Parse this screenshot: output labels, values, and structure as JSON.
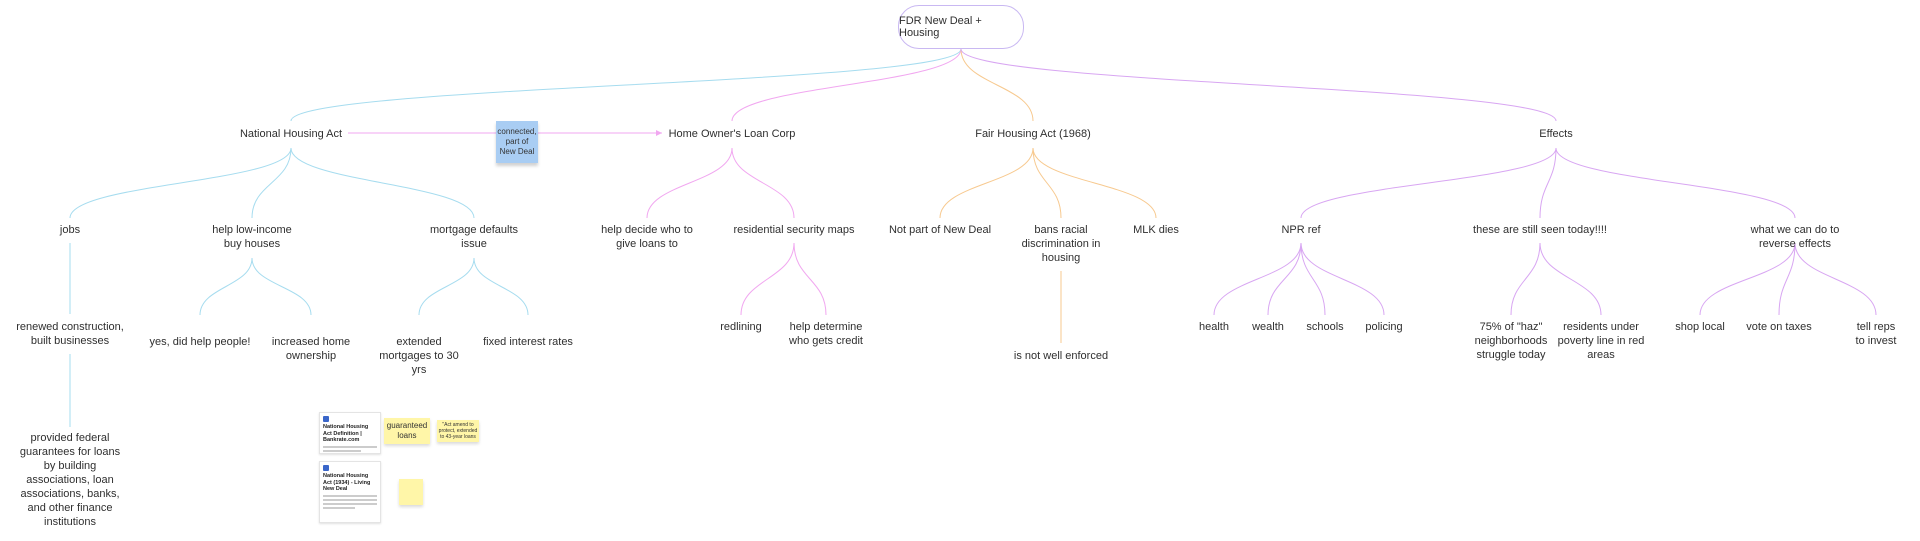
{
  "root": {
    "label": "FDR New Deal + Housing"
  },
  "connector_note": "connected,\npart of\nNew Deal",
  "branches": {
    "nha": {
      "label": "National Housing Act",
      "jobs": {
        "label": "jobs",
        "detail1": "renewed construction,\nbuilt businesses",
        "detail2": "provided federal\nguarantees for loans\nby building\nassociations, loan\nassociations, banks,\nand other finance\ninstitutions"
      },
      "help": {
        "label": "help low-income\nbuy houses",
        "a": "yes, did help people!",
        "b": "increased home\nownership"
      },
      "mortgage": {
        "label": "mortgage defaults\nissue",
        "a": "extended\nmortgages to 30\nyrs",
        "b": "fixed interest rates"
      }
    },
    "holc": {
      "label": "Home Owner's Loan Corp",
      "decide": "help decide who to\ngive loans to",
      "maps": {
        "label": "residential security maps",
        "a": "redlining",
        "b": "help determine\nwho gets credit"
      }
    },
    "fha": {
      "label": "Fair Housing Act (1968)",
      "a": "Not part of New Deal",
      "b": {
        "label": "bans racial\ndiscrimination in\nhousing",
        "sub": "is not well enforced"
      },
      "c": "MLK dies"
    },
    "effects": {
      "label": "Effects",
      "npr": {
        "label": "NPR ref",
        "items": [
          "health",
          "wealth",
          "schools",
          "policing"
        ]
      },
      "seen": {
        "label": "these are still seen today!!!!",
        "a": "75% of \"haz\"\nneighborhoods\nstruggle today",
        "b": "residents under\npoverty line in red\nareas"
      },
      "reverse": {
        "label": "what we can do to reverse effects",
        "items": [
          "shop local",
          "vote on taxes",
          "tell reps to invest"
        ]
      }
    }
  },
  "attachments": {
    "card1": {
      "title": "National Housing Act Definition | Bankrate.com"
    },
    "card2": {
      "title": "National Housing Act (1934) - Living New Deal"
    },
    "sticky1": "guaranteed\nloans",
    "sticky2": "\"Act amend to\nprotect, extended\nto 43-year loans"
  },
  "colors": {
    "blue": "#a6dcef",
    "pink": "#f1a7f0",
    "orange": "#f7c98f",
    "purple": "#d8a6f2"
  }
}
